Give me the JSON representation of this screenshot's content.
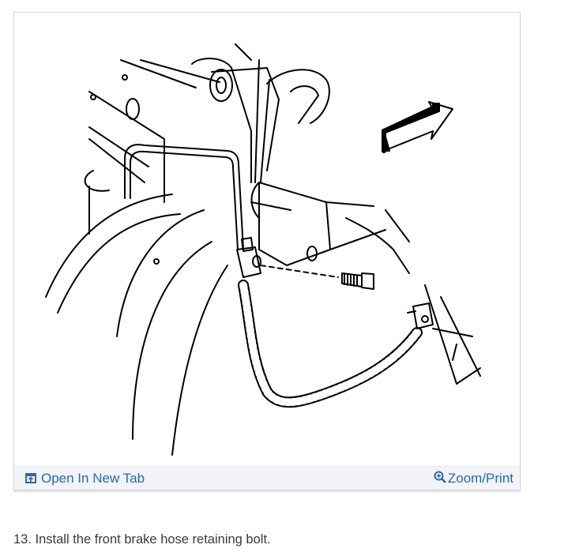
{
  "figure": {
    "image_alt": "Front brake hose and retaining bolt installation diagram",
    "icons": {
      "direction_arrow": "arrow-right-icon",
      "open_tab": "open-in-new-tab-icon",
      "zoom": "zoom-in-icon"
    },
    "footer": {
      "open_label": "Open In New Tab",
      "zoom_label": "Zoom/Print"
    },
    "colors": {
      "link": "#2a67b1",
      "footer_bg": "#f2f4f8",
      "border": "#d4d4d4"
    }
  },
  "step": {
    "text": "13. Install the front brake hose retaining bolt."
  }
}
